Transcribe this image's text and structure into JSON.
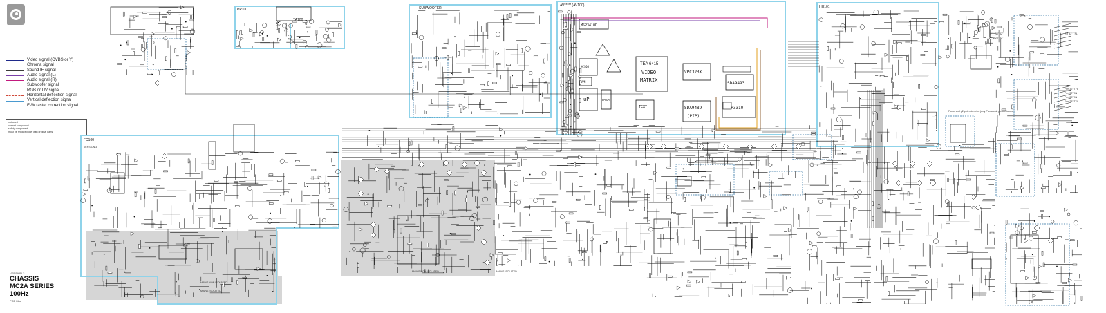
{
  "title_block": {
    "version": "VERSION 3",
    "lines": [
      "CHASSIS",
      "MC2A SERIES",
      "100Hz"
    ],
    "code": "PCB Mod"
  },
  "legend": [
    {
      "label": "Video signal (CVBS or Y)",
      "color": "#1f2a8a",
      "style": "solid"
    },
    {
      "label": "Chroma signal",
      "color": "#cc2a7a",
      "style": "dashed"
    },
    {
      "label": "Sound IF signal",
      "color": "#3a3a3a",
      "style": "solid"
    },
    {
      "label": "Audio signal (L)",
      "color": "#7a3fa8",
      "style": "solid"
    },
    {
      "label": "Audio signal (R)",
      "color": "#c21a7e",
      "style": "solid"
    },
    {
      "label": "Subwoofer signal",
      "color": "#e3a020",
      "style": "solid"
    },
    {
      "label": "RGB or UV signal",
      "color": "#8a5a2a",
      "style": "solid"
    },
    {
      "label": "Horizontal deflection signal",
      "color": "#d04a3a",
      "style": "dashed"
    },
    {
      "label": "Vertical deflection signal",
      "color": "#4a9ad0",
      "style": "solid"
    },
    {
      "label": "E-W raster correction signal",
      "color": "#2a8ad0",
      "style": "solid"
    }
  ],
  "notes": [
    "not used",
    "variant component",
    "safety component,",
    "must be replaced only with original parts"
  ],
  "modules": {
    "pp100": "PP100",
    "ta100": "TA100",
    "subwoofer": "SUBWOOFER",
    "av": "AV***** (AV100)",
    "hh101": "HH101",
    "fc100": "FC100",
    "fc100_sub": "VERSION 3"
  },
  "chips": {
    "msp": "MSP3410D",
    "hcs": "HCS08",
    "tea_title": "TEA 6415",
    "tea_l1": "VIDEO",
    "tea_l2": "MATRIX",
    "vpc": "VPC323X",
    "sda9493": "SDA9493",
    "sda9489": "SDA9489",
    "pip": "(PIP)",
    "ddp": "DDP3310",
    "up": "uP",
    "text": "TEXT",
    "nvm": "NVM",
    "eprom": "EPROM"
  },
  "annotations": {
    "mains_isolated_1": "MAINS NON ISOLATED",
    "mains_isolated_2": "MAINS ISOLATED",
    "mains_isolated_3": "MAINS NON ISOLATED",
    "mains_isolated_4": "MAINS ISOLATED",
    "focus_note": "Focus and g2 potentiometer (only Panasonic picture tubes)",
    "v_tilt": "V(a) 28\" 32\"",
    "p_tilt": "P(a) 28\" 32\"",
    "frame_a": "Frm 32\" TFL",
    "frame_b": "Frm 32\" 9N",
    "frame_c": "Frm 28\" 9N",
    "frame_d": "Frm 28\" TFL",
    "rr_note": "RR 32\" TFL"
  },
  "colors": {
    "module_border": "#8fd3ea",
    "shaded_region": "#d6d6d6",
    "ink": "#111111"
  },
  "icons": {
    "logo": "camera-eye-logo"
  }
}
